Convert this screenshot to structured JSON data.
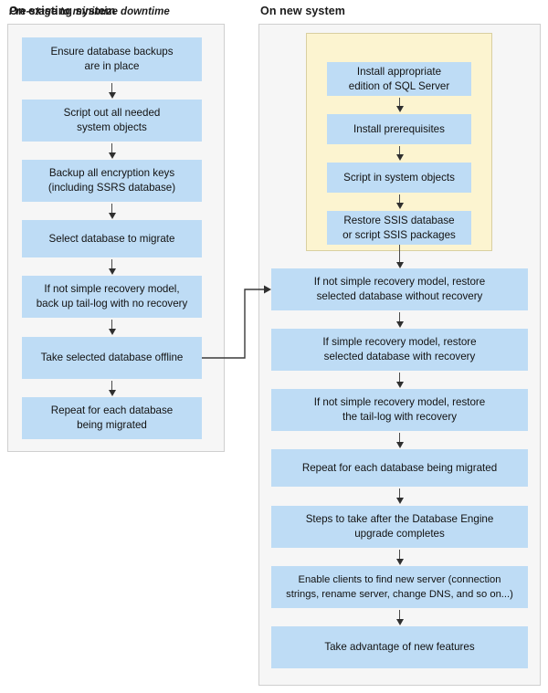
{
  "columns": {
    "left": {
      "title": "On existing system",
      "steps": [
        "Ensure database backups are in place",
        "Script out all needed system objects",
        "Backup all encryption keys (including SSRS database)",
        "Select database to migrate",
        "If not simple recovery model, back up tail-log with no recovery",
        "Take selected database offline",
        "Repeat for each database being migrated"
      ],
      "steps_lines": [
        [
          "Ensure database backups",
          "are in place"
        ],
        [
          "Script out all needed",
          "system objects"
        ],
        [
          "Backup all encryption keys",
          "(including SSRS database)"
        ],
        [
          "Select database to migrate"
        ],
        [
          "If not simple recovery model,",
          "back up tail-log with no recovery"
        ],
        [
          "Take selected database offline"
        ],
        [
          "Repeat for each database",
          "being migrated"
        ]
      ]
    },
    "right": {
      "title": "On new system",
      "prestage": {
        "title": "Pre-stage to minimize downtime",
        "steps": [
          "Install appropriate edition of SQL Server",
          "Install prerequisites",
          "Script in system objects",
          "Restore SSIS database or script SSIS packages"
        ],
        "steps_lines": [
          [
            "Install appropriate",
            "edition of SQL Server"
          ],
          [
            "Install prerequisites"
          ],
          [
            "Script in system objects"
          ],
          [
            "Restore SSIS database",
            "or script SSIS packages"
          ]
        ]
      },
      "steps": [
        "If not simple recovery model, restore selected database without recovery",
        "If simple recovery model, restore selected database with recovery",
        "If not simple recovery model, restore the tail-log with recovery",
        "Repeat for each database being migrated",
        "Steps to take after the Database Engine upgrade completes",
        "Enable clients to find new server (connection strings, rename server, change DNS, and so on...)",
        "Take advantage of new features"
      ],
      "steps_lines": [
        [
          "If not simple recovery model, restore",
          "selected database without recovery"
        ],
        [
          "If simple recovery model, restore",
          "selected database with recovery"
        ],
        [
          "If not simple recovery model, restore",
          "the tail-log with recovery"
        ],
        [
          "Repeat for each database being migrated"
        ],
        [
          "Steps to take after the Database Engine",
          "upgrade completes"
        ],
        [
          "Enable clients to find new server (connection",
          "strings, rename server, change DNS, and so on...)"
        ],
        [
          "Take advantage of new features"
        ]
      ]
    }
  },
  "colors": {
    "process_box": "#bedcf5",
    "prestage_group": "#fcf4d0",
    "prestage_border": "#d9cfa0",
    "panel_background": "#f6f6f6",
    "panel_border": "#cfcfcf",
    "arrow": "#2f2f2f",
    "text": "#121212"
  },
  "connector": {
    "from": "Take selected database offline",
    "to": "If not simple recovery model, restore selected database without recovery"
  }
}
